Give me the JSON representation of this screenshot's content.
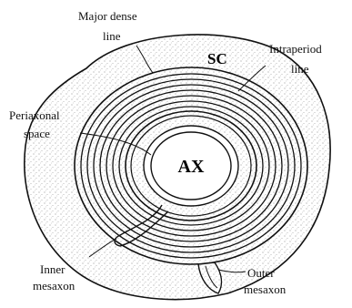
{
  "labels": {
    "major_dense_line_1": "Major dense",
    "major_dense_line_2": "line",
    "intraperiod_line_1": "Intraperiod",
    "intraperiod_line_2": "line",
    "sc": "SC",
    "periaxonal_space_1": "Periaxonal",
    "periaxonal_space_2": "space",
    "ax": "AX",
    "inner_mesaxon_1": "Inner",
    "inner_mesaxon_2": "mesaxon",
    "outer_mesaxon_1": "Outer",
    "outer_mesaxon_2": "mesaxon"
  },
  "colors": {
    "ink": "#111111",
    "stipple": "#8a8a8a",
    "background": "#ffffff"
  }
}
